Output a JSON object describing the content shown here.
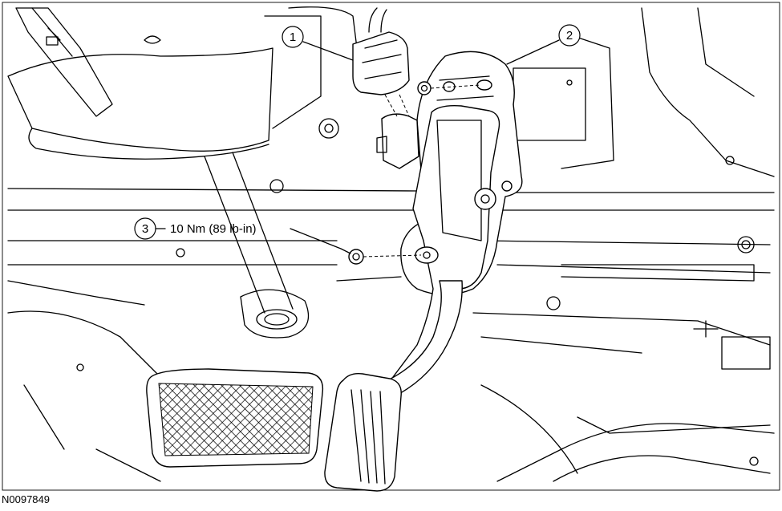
{
  "callouts": [
    {
      "number": "1"
    },
    {
      "number": "2"
    },
    {
      "number": "3",
      "torque": "10 Nm (89 lb-in)"
    }
  ],
  "figure_id": "N0097849"
}
